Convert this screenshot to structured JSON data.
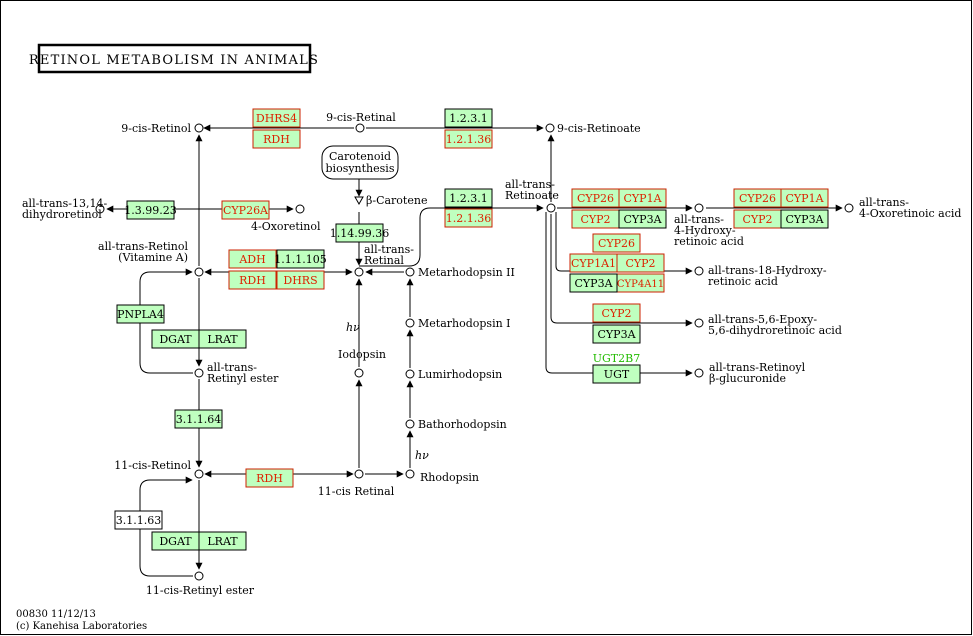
{
  "title": "RETINOL METABOLISM IN ANIMALS",
  "footer": {
    "line1": "00830 11/12/13",
    "line2": "(c) Kanehisa Laboratories"
  },
  "colors": {
    "green_fill": "#bfffbf",
    "red_text": "#dd2200",
    "green_text": "#22bb00",
    "line": "#000000",
    "red_border": "#cc2200",
    "box_border": "#000000"
  },
  "compounds": {
    "cis9_retinol": "9-cis-Retinol",
    "cis9_retinal": "9-cis-Retinal",
    "cis9_retinoate": "9-cis-Retinoate",
    "dihydroretinol_1": "all-trans-13,14-",
    "dihydroretinol_2": "dihydroretinol",
    "atretinol_1": "all-trans-Retinol",
    "atretinol_2": "(Vitamine A)",
    "oxoretinol": "4-Oxoretinol",
    "carotenoid_1": "Carotenoid",
    "carotenoid_2": "biosynthesis",
    "beta_carotene": "β-Carotene",
    "atretinal_1": "all-trans-",
    "atretinal_2": "Retinal",
    "atretinoate_1": "all-trans-",
    "atretinoate_2": "Retinoate",
    "hydroxy4_1": "all-trans-",
    "hydroxy4_2": "4-Hydroxy-",
    "hydroxy4_3": "retinoic acid",
    "oxo4_1": "all-trans-",
    "oxo4_2": "4-Oxoretinoic acid",
    "hydroxy18_1": "all-trans-18-Hydroxy-",
    "hydroxy18_2": "retinoic acid",
    "epoxy_1": "all-trans-5,6-Epoxy-",
    "epoxy_2": "5,6-dihydroretinoic acid",
    "glucuronide_1": "all-trans-Retinoyl",
    "glucuronide_2": "β-glucuronide",
    "metarhodopsin2": "Metarhodopsin II",
    "metarhodopsin1": "Metarhodopsin I",
    "lumirhodopsin": "Lumirhodopsin",
    "bathorhodopsin": "Bathorhodopsin",
    "rhodopsin": "Rhodopsin",
    "iodopsin": "Iodopsin",
    "retinyl_ester_1": "all-trans-",
    "retinyl_ester_2": "Retinyl ester",
    "cis11_retinol": "11-cis-Retinol",
    "cis11_retinal": "11-cis Retinal",
    "cis11_ester": "11-cis-Retinyl ester",
    "hv_1": "hν",
    "hv_2": "hν"
  },
  "enzymes": {
    "dhrs4": "DHRS4",
    "rdh_a": "RDH",
    "e1231_a": "1.2.3.1",
    "e12136_a": "1.2.1.36",
    "e1231_b": "1.2.3.1",
    "e12136_b": "1.2.1.36",
    "e139923": "1.3.99.23",
    "cyp26a": "CYP26A",
    "adh": "ADH",
    "e111105": "1.1.1.105",
    "rdh_b": "RDH",
    "dhrs": "DHRS",
    "e1149936": "1.14.99.36",
    "pnpla4": "PNPLA4",
    "dgat_a": "DGAT",
    "lrat_a": "LRAT",
    "e31164": "3.1.1.64",
    "rdh_c": "RDH",
    "e31163": "3.1.1.63",
    "dgat_b": "DGAT",
    "lrat_b": "LRAT",
    "cyp26_a": "CYP26",
    "cyp1a_a": "CYP1A",
    "cyp2_a": "CYP2",
    "cyp3a_a": "CYP3A",
    "cyp26_b": "CYP26",
    "cyp1a_b": "CYP1A",
    "cyp2_b": "CYP2",
    "cyp3a_b": "CYP3A",
    "cyp26_c": "CYP26",
    "cyp1a1": "CYP1A1",
    "cyp2_c": "CYP2",
    "cyp3a_c": "CYP3A",
    "cyp4a11": "CYP4A11",
    "cyp2_d": "CYP2",
    "cyp3a_d": "CYP3A",
    "ugt2b7": "UGT2B7",
    "ugt": "UGT"
  }
}
